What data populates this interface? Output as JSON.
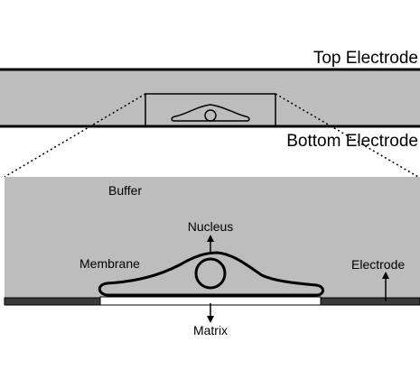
{
  "labels": {
    "top_electrode": "Top Electrode",
    "bottom_electrode": "Bottom Electrode",
    "buffer": "Buffer",
    "nucleus": "Nucleus",
    "membrane": "Membrane",
    "electrode": "Electrode",
    "matrix": "Matrix"
  },
  "colors": {
    "buffer_fill": "#bdbdbd",
    "electrode_fill": "#3a3a3a",
    "matrix_fill": "#ffffff",
    "line": "#000000"
  }
}
